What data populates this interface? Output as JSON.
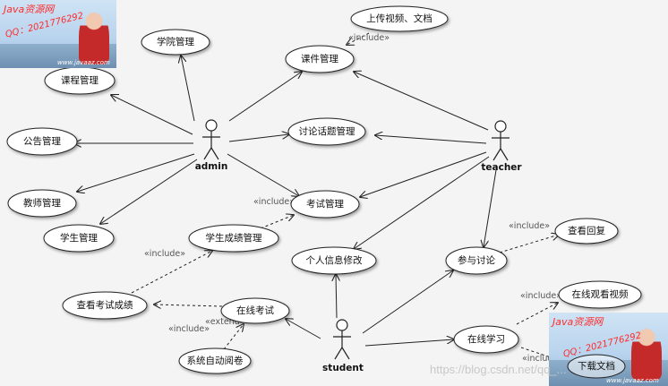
{
  "actors": {
    "admin": "admin",
    "teacher": "teacher",
    "student": "student"
  },
  "use_cases": {
    "college_mgmt": "学院管理",
    "course_mgmt": "课程管理",
    "notice_mgmt": "公告管理",
    "teacher_mgmt": "教师管理",
    "student_mgmt": "学生管理",
    "courseware_mgmt": "课件管理",
    "upload_media": "上传视频、文档",
    "discussion_topic_mgmt": "讨论话题管理",
    "exam_mgmt": "考试管理",
    "grade_mgmt": "学生成绩管理",
    "profile_edit": "个人信息修改",
    "join_discussion": "参与讨论",
    "view_reply": "查看回复",
    "view_exam_grade": "查看考试成绩",
    "online_exam": "在线考试",
    "auto_grading": "系统自动阅卷",
    "online_learning": "在线学习",
    "watch_video": "在线观看视频",
    "download_doc": "下载文档"
  },
  "stereotypes": {
    "include": "«include»",
    "extend": "«extend»"
  },
  "watermark": {
    "site_title": "Java资源网",
    "qq": "QQ：2021776292",
    "site_url": "www.javaaz.com",
    "footer": "https://blog.csdn.net/qq_..."
  },
  "colors": {
    "background": "#f4f4f4",
    "stroke": "#222222",
    "ellipse_fill": "#ffffff",
    "label_gray": "#555555",
    "watermark_red": "#ff2b2b"
  }
}
